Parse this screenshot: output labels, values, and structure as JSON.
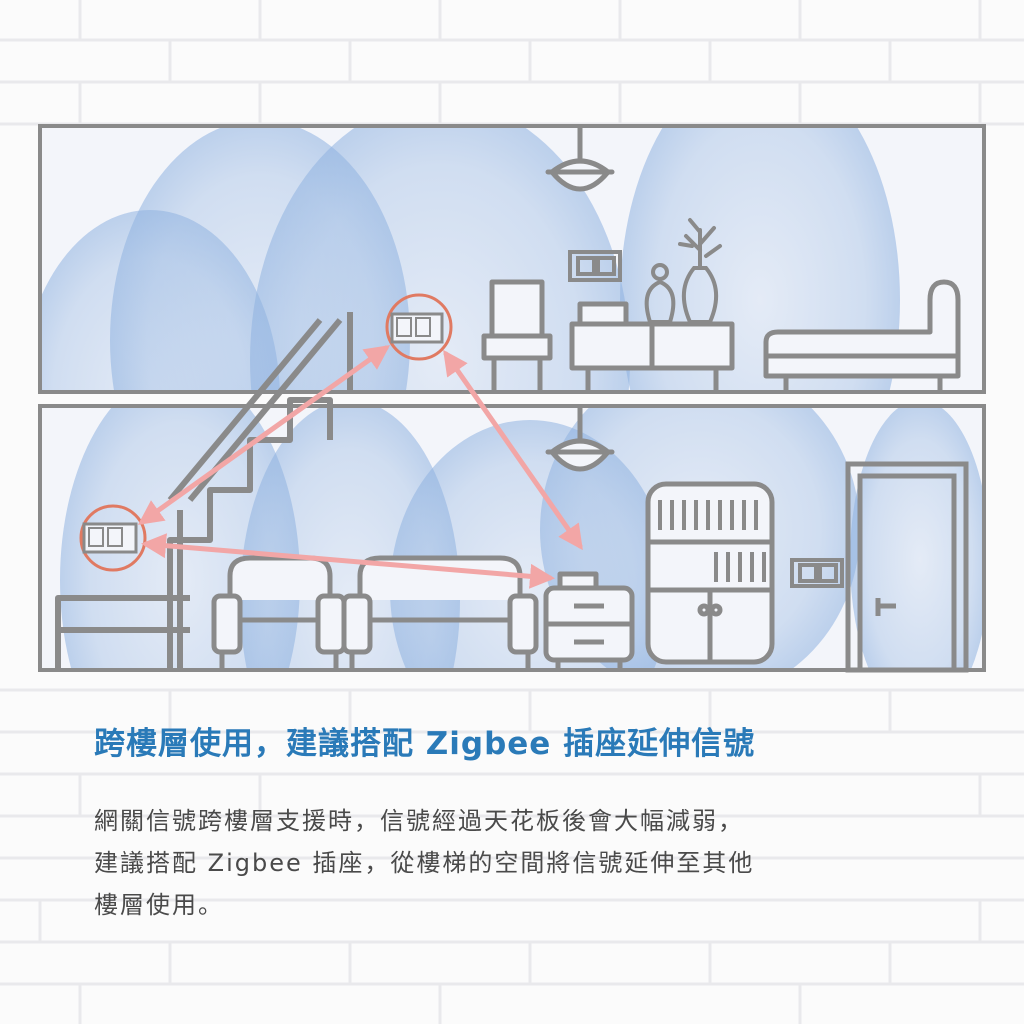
{
  "headline": "跨樓層使用，建議搭配 Zigbee 插座延伸信號",
  "body_lines": [
    "網關信號跨樓層支援時，信號經過天花板後會大幅減弱，",
    "建議搭配 Zigbee 插座，從樓梯的空間將信號延伸至其他",
    "樓層使用。"
  ],
  "colors": {
    "headline": "#2a7ab8",
    "body_text": "#4a4a4a",
    "outline": "#8a8a8a",
    "signal": "#8fb2e0",
    "arrow": "#f2a6a6",
    "plug_ring": "#e07a62"
  }
}
